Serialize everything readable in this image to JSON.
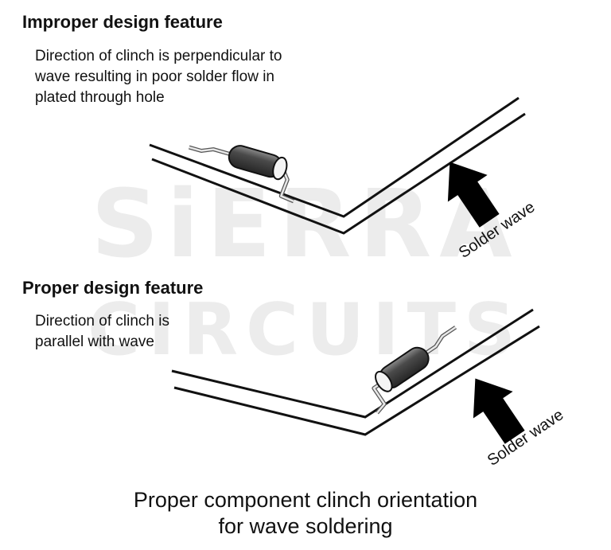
{
  "watermark": {
    "line1": "SiERRA",
    "line2": "CIRCUITS"
  },
  "improper": {
    "heading": "Improper design feature",
    "description": "Direction of clinch is perpendicular to\nwave resulting in poor solder flow in\nplated through hole",
    "wave_label": "Solder wave"
  },
  "proper": {
    "heading": "Proper design feature",
    "description": "Direction of clinch is\nparallel with wave",
    "wave_label": "Solder wave"
  },
  "caption": "Proper component clinch orientation\nfor wave soldering",
  "colors": {
    "line": "#111111",
    "arrow": "#000000",
    "body_dark": "#3f3f3f",
    "lead": "#555555",
    "watermark": "#ececec"
  }
}
